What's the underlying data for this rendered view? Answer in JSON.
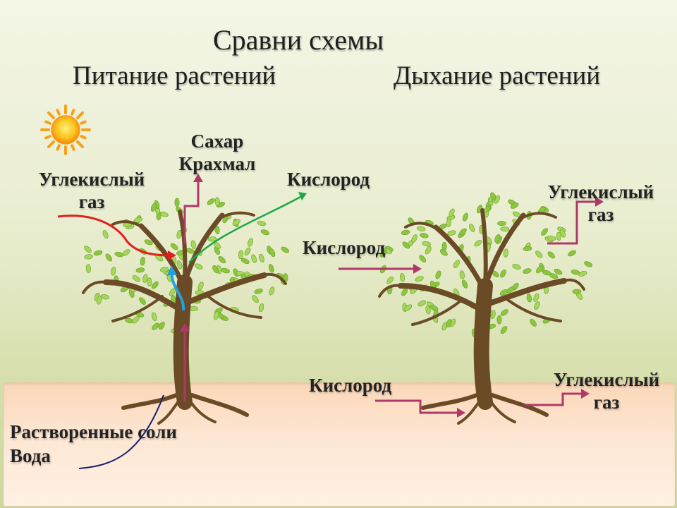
{
  "title": "Сравни схемы",
  "subtitle_left": "Питание растений",
  "subtitle_right": "Дыхание растений",
  "nutrition": {
    "co2_line1": "Углекислый",
    "co2_line2": "газ",
    "sugar_line1": "Сахар",
    "sugar_line2": "Крахмал",
    "oxygen": "Кислород",
    "salts_line1": "Растворенные соли",
    "salts_line2": "Вода"
  },
  "respiration": {
    "oxygen_top": "Кислород",
    "co2_top_line1": "Углекислый",
    "co2_top_line2": "газ",
    "oxygen_bottom": "Кислород",
    "co2_bottom_line1": "Углекислый",
    "co2_bottom_line2": "газ"
  },
  "icons": {
    "sun": "sun-icon",
    "tree": "tree-icon"
  },
  "colors": {
    "arrow_magenta": "#b0386a",
    "arrow_red": "#e0201a",
    "arrow_blue": "#1fa2e0",
    "arrow_green": "#1ea84a",
    "arrow_navy": "#17216e",
    "trunk": "#6b4a26",
    "leaf": "#8cc63f",
    "soil": "#fde3cc"
  }
}
